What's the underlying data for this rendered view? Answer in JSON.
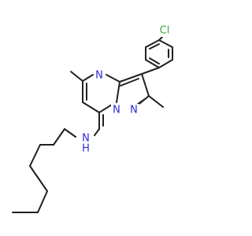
{
  "atoms": {
    "cl": {
      "symbol": "Cl",
      "color": "#3fa63f"
    },
    "n_ring_top": {
      "symbol": "N",
      "color": "#2a2ad8"
    },
    "n_bridge": {
      "symbol": "N",
      "color": "#2a2ad8"
    },
    "n_pyrazole": {
      "symbol": "N",
      "color": "#2a2ad8"
    },
    "nh": {
      "symbol": "N",
      "color": "#2a2ad8"
    },
    "nh_h": {
      "symbol": "H",
      "color": "#2a2ad8"
    }
  },
  "colors": {
    "bond": "#202020",
    "chlorine": "#3fa63f",
    "nitrogen": "#2a2ad8"
  }
}
